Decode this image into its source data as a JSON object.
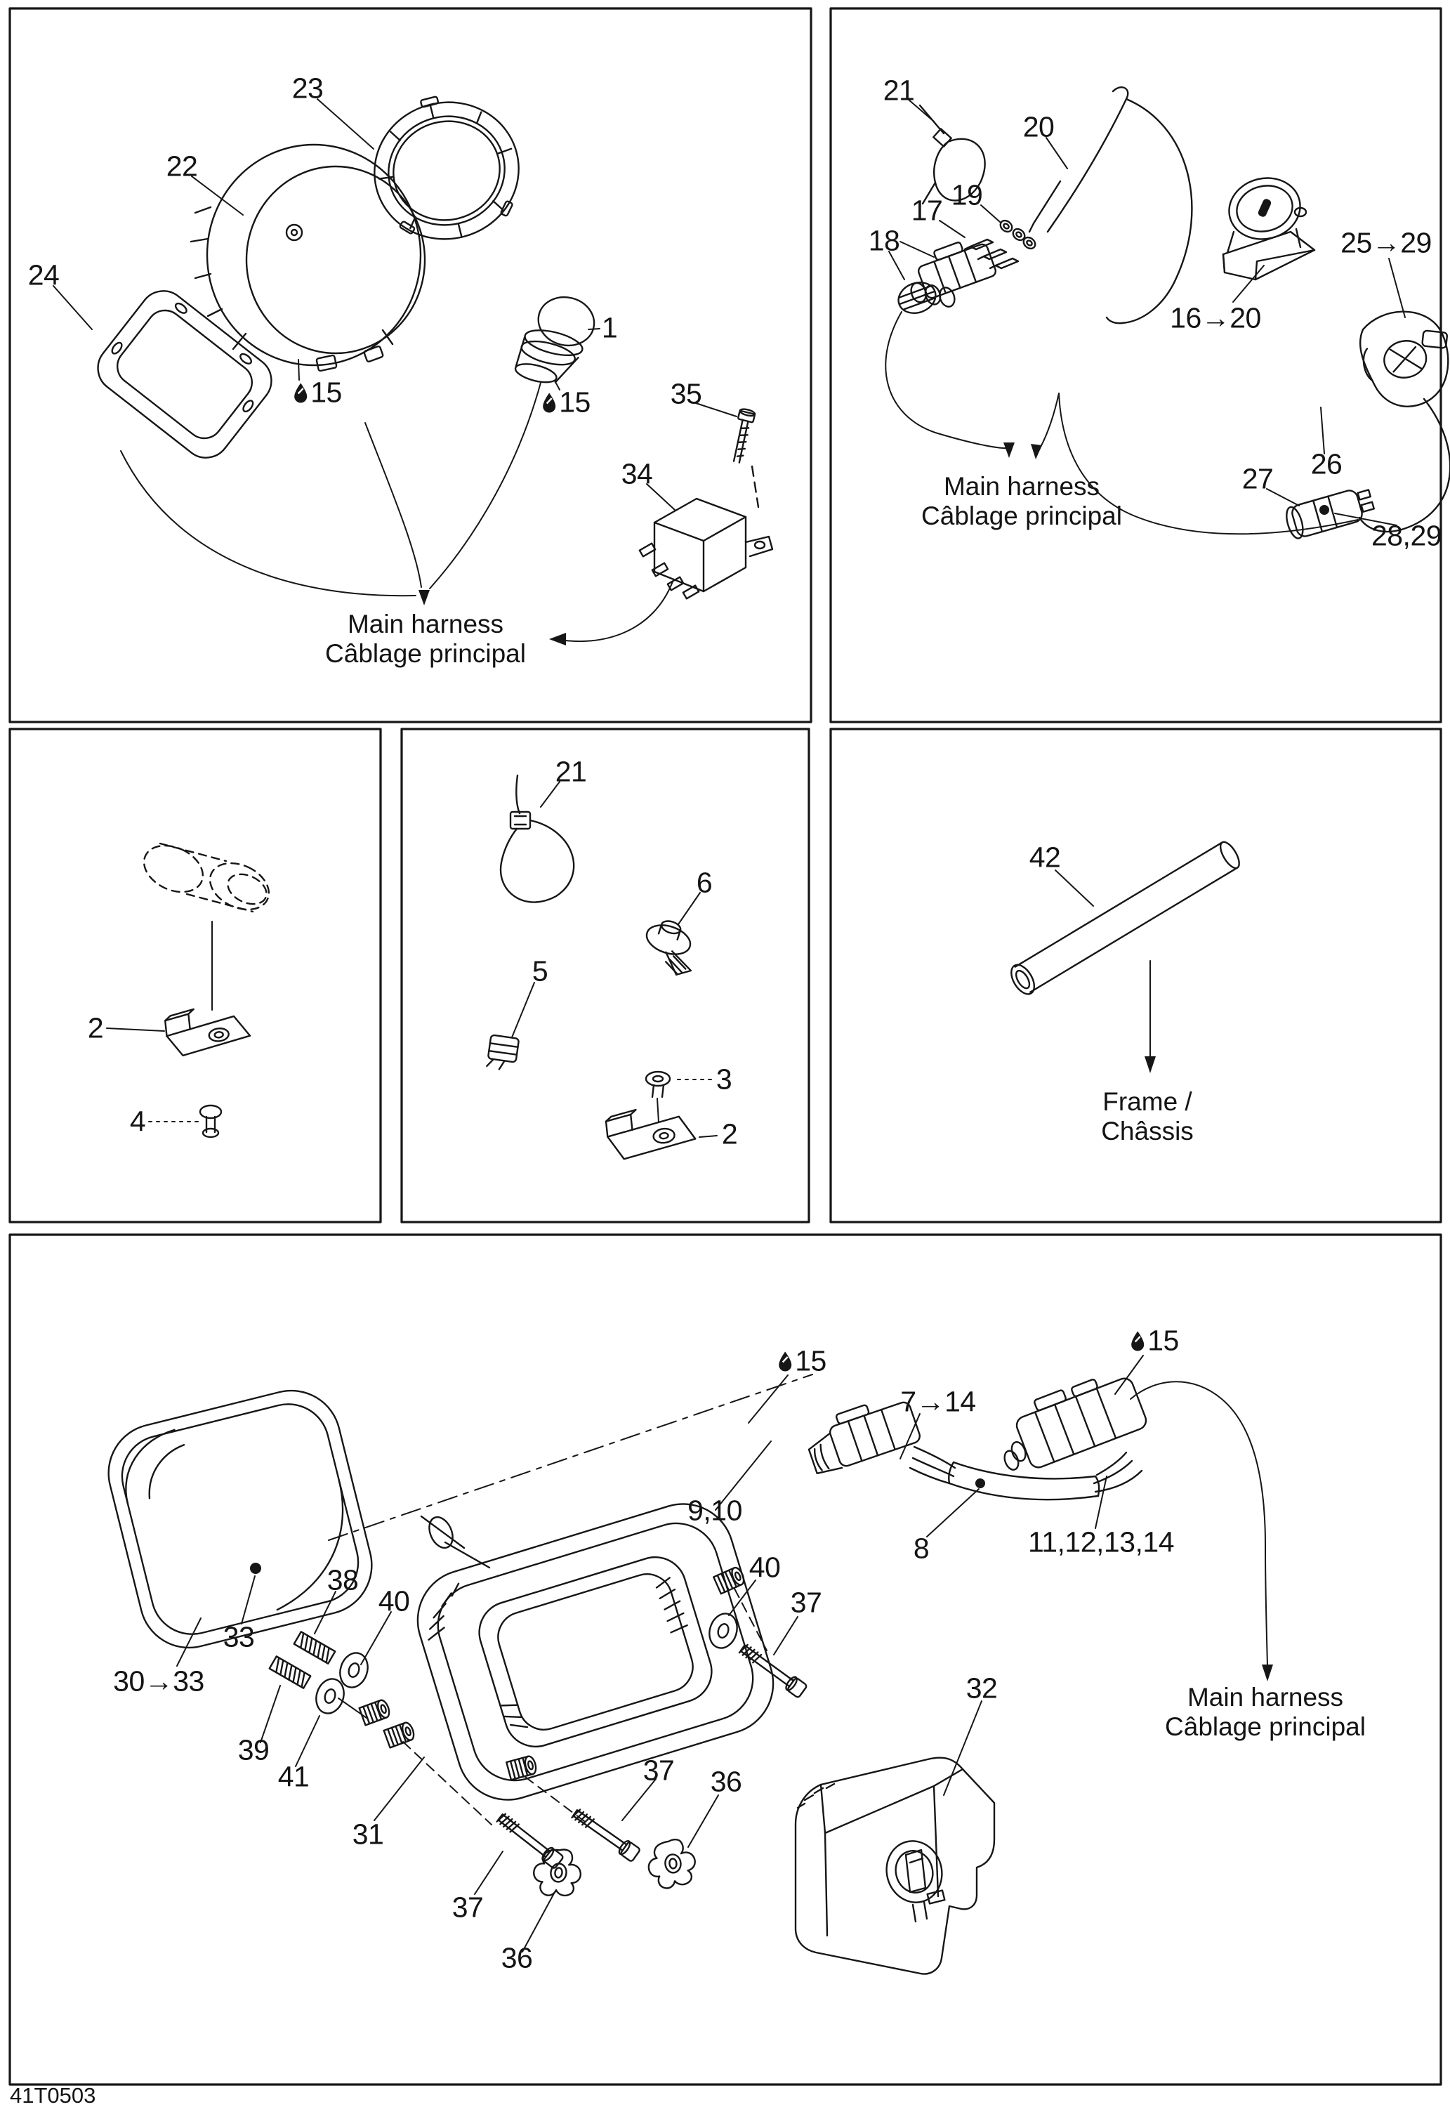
{
  "figure_code": "41T0503",
  "notes": {
    "main_harness_en": "Main harness",
    "main_harness_fr": "Câblage principal",
    "frame_en": "Frame /",
    "frame_fr": "Châssis"
  },
  "icons": {
    "droplet": "lubricant-drop"
  },
  "labels": {
    "tl_23": "23",
    "tl_22": "22",
    "tl_24": "24",
    "tl_1": "1",
    "tl_15_a": "15",
    "tl_15_b": "15",
    "tl_35": "35",
    "tl_34": "34",
    "tr_21": "21",
    "tr_20": "20",
    "tr_19": "19",
    "tr_17": "17",
    "tr_18": "18",
    "tr_16_20": "16→20",
    "tr_25_29": "25→29",
    "tr_26": "26",
    "tr_27": "27",
    "tr_28_29": "28,29",
    "ml_2": "2",
    "ml_4": "4",
    "mc_21": "21",
    "mc_6": "6",
    "mc_5": "5",
    "mc_3": "3",
    "mc_2": "2",
    "mr_42": "42",
    "b_15_a": "15",
    "b_15_b": "15",
    "b_7_14": "7→14",
    "b_9_10": "9,10",
    "b_8": "8",
    "b_11_14": "11,12,13,14",
    "b_30_33": "30→33",
    "b_33": "33",
    "b_38": "38",
    "b_40_a": "40",
    "b_40_b": "40",
    "b_37_a": "37",
    "b_39": "39",
    "b_41": "41",
    "b_31": "31",
    "b_37_b": "37",
    "b_36_a": "36",
    "b_37_c": "37",
    "b_36_b": "36",
    "b_32": "32"
  }
}
